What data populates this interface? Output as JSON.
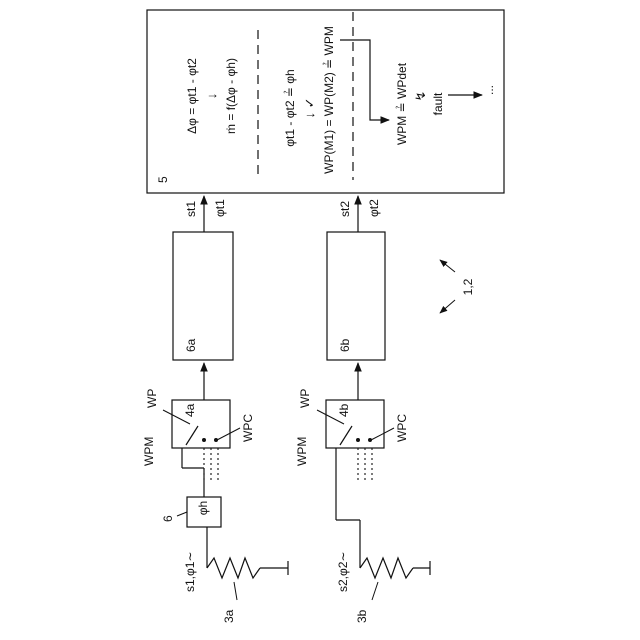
{
  "boxes": {
    "controller": "5",
    "phase_module": "φh",
    "unit_a": "6a",
    "unit_b": "6b",
    "switch_a": "4a",
    "switch_b": "4b"
  },
  "labels": {
    "ref_6": "6",
    "sensor_a_ref": "3a",
    "sensor_b_ref": "3b",
    "signal_a": "s1,φ1∼",
    "signal_b": "s2,φ2∼",
    "wp_a": "WP",
    "wpm_a": "WPM",
    "wpc_a": "WPC",
    "wp_b": "WP",
    "wpm_b": "WPM",
    "wpc_b": "WPC",
    "st1": "st1",
    "phi_t1": "φt1",
    "st2": "st2",
    "phi_t2": "φt2",
    "system_ref": "1,2"
  },
  "controller_text": {
    "eq1": "Δφ = φt1 - φt2",
    "arrow1": "↓",
    "eq2": "ṁ = f(Δφ - φh)",
    "eq3": "φt1 - φt2 ≟ φh",
    "check": "↓ ✓",
    "eq4": "WP(M1) = WP(M2) ≟ WPM",
    "eq5": "WPM ≟ WPdet",
    "lightning": "↯",
    "fault": "fault",
    "output": "..."
  }
}
